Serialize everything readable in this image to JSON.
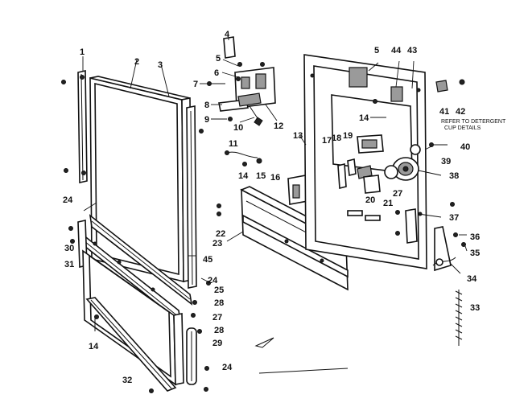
{
  "diagram": {
    "colors": {
      "ink": "#111111",
      "paper": "#ffffff",
      "shade": "#9a9a9a"
    },
    "note_lines": [
      "REFER TO DETERGENT",
      "CUP DETAILS"
    ],
    "labels": [
      {
        "id": "l1",
        "text": "1"
      },
      {
        "id": "l2",
        "text": "2"
      },
      {
        "id": "l3",
        "text": "3"
      },
      {
        "id": "l4",
        "text": "4"
      },
      {
        "id": "l5a",
        "text": "5"
      },
      {
        "id": "l5b",
        "text": "5"
      },
      {
        "id": "l6",
        "text": "6"
      },
      {
        "id": "l7",
        "text": "7"
      },
      {
        "id": "l8",
        "text": "8"
      },
      {
        "id": "l9",
        "text": "9"
      },
      {
        "id": "l10",
        "text": "10"
      },
      {
        "id": "l11",
        "text": "11"
      },
      {
        "id": "l12",
        "text": "12"
      },
      {
        "id": "l13",
        "text": "13"
      },
      {
        "id": "l14a",
        "text": "14"
      },
      {
        "id": "l14b",
        "text": "14"
      },
      {
        "id": "l14c",
        "text": "14"
      },
      {
        "id": "l15",
        "text": "15"
      },
      {
        "id": "l16",
        "text": "16"
      },
      {
        "id": "l17",
        "text": "17"
      },
      {
        "id": "l18",
        "text": "18"
      },
      {
        "id": "l19",
        "text": "19"
      },
      {
        "id": "l20",
        "text": "20"
      },
      {
        "id": "l21",
        "text": "21"
      },
      {
        "id": "l22",
        "text": "22"
      },
      {
        "id": "l23",
        "text": "23"
      },
      {
        "id": "l24a",
        "text": "24"
      },
      {
        "id": "l24b",
        "text": "24"
      },
      {
        "id": "l24c",
        "text": "24"
      },
      {
        "id": "l25",
        "text": "25"
      },
      {
        "id": "l27a",
        "text": "27"
      },
      {
        "id": "l27b",
        "text": "27"
      },
      {
        "id": "l28a",
        "text": "28"
      },
      {
        "id": "l28b",
        "text": "28"
      },
      {
        "id": "l29",
        "text": "29"
      },
      {
        "id": "l30",
        "text": "30"
      },
      {
        "id": "l31",
        "text": "31"
      },
      {
        "id": "l32",
        "text": "32"
      },
      {
        "id": "l33",
        "text": "33"
      },
      {
        "id": "l34",
        "text": "34"
      },
      {
        "id": "l35",
        "text": "35"
      },
      {
        "id": "l36",
        "text": "36"
      },
      {
        "id": "l37",
        "text": "37"
      },
      {
        "id": "l38",
        "text": "38"
      },
      {
        "id": "l39",
        "text": "39"
      },
      {
        "id": "l40",
        "text": "40"
      },
      {
        "id": "l41",
        "text": "41"
      },
      {
        "id": "l42",
        "text": "42"
      },
      {
        "id": "l43",
        "text": "43"
      },
      {
        "id": "l44",
        "text": "44"
      },
      {
        "id": "l45",
        "text": "45"
      }
    ]
  }
}
